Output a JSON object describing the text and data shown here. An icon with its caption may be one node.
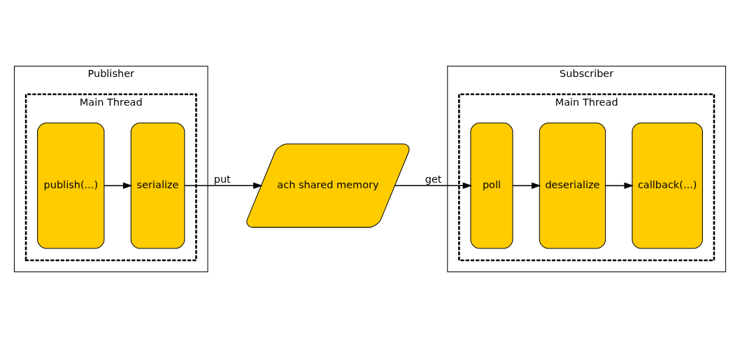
{
  "diagram": {
    "nodes": [
      {
        "text": [
          "Publisher"
        ]
      },
      {
        "text": [
          "Main Thread"
        ],
        "in": 0
      },
      {
        "text": [
          "publish(...)"
        ],
        "in": 1
      },
      {
        "text": [
          "serialize"
        ],
        "in": 1
      },
      {
        "text": [
          "ach shared memory"
        ]
      },
      {
        "text": [
          "Subscriber"
        ]
      },
      {
        "text": [
          "Main Thread"
        ],
        "in": 5
      },
      {
        "text": [
          "poll"
        ],
        "in": 6
      },
      {
        "text": [
          "deserialize"
        ],
        "in": 6
      },
      {
        "text": [
          "callback(...)"
        ],
        "in": 6
      }
    ],
    "edges": [
      {
        "from": 2,
        "to": 3,
        "arrow": "to"
      },
      {
        "from": 3,
        "to": 4,
        "arrow": "to",
        "label": "put"
      },
      {
        "from": 4,
        "to": 7,
        "arrow": "to",
        "label": "get"
      },
      {
        "from": 7,
        "to": 8,
        "arrow": "to"
      },
      {
        "from": 8,
        "to": 9,
        "arrow": "to"
      }
    ]
  }
}
